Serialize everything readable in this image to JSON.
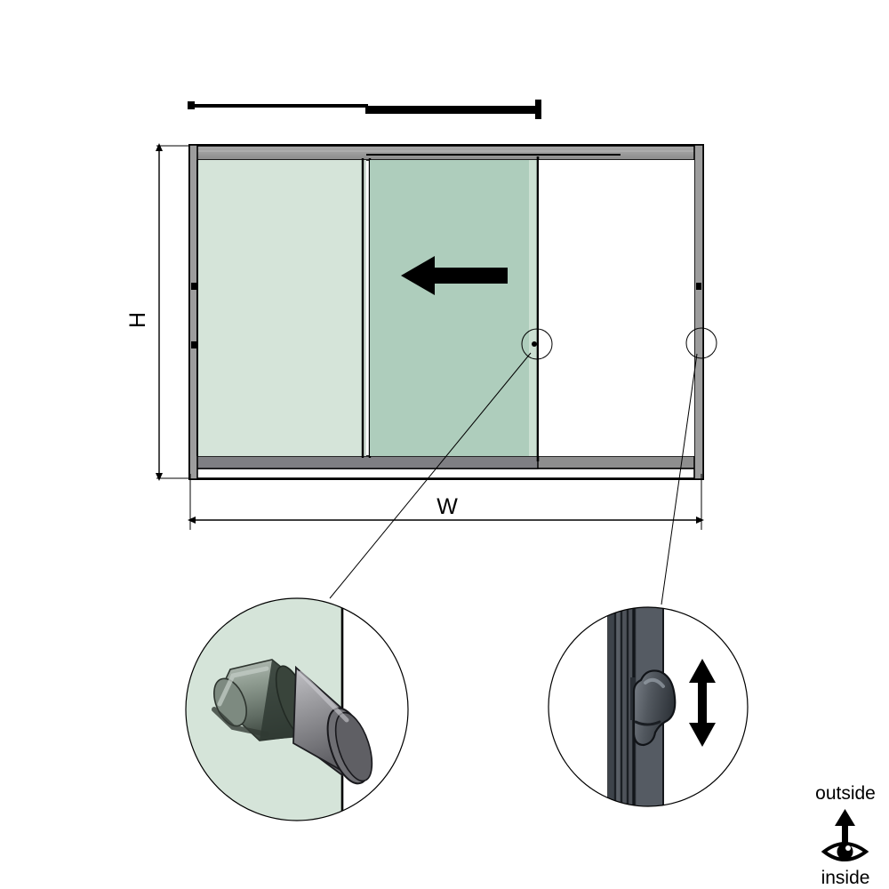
{
  "drawing": {
    "title": "Sliding window elevation with hardware details",
    "view": "elevation"
  },
  "dimensions": {
    "height_label": "H",
    "width_label": "W"
  },
  "window": {
    "fixed_panel": {
      "name": "fixed-glass-panel",
      "fill": "#d5e4d9"
    },
    "sliding_panel": {
      "name": "sliding-glass-panel",
      "fill": "#aecdbc"
    },
    "frame": {
      "fill": "#9d9d9d",
      "stroke": "#000000"
    },
    "open_area": {
      "fill": "#ffffff"
    },
    "slide_direction": "left"
  },
  "callouts": [
    {
      "id": "callout-handle",
      "label": ""
    },
    {
      "id": "callout-latch",
      "label": ""
    }
  ],
  "details": {
    "handle_detail": {
      "name": "handle-detail-circle",
      "description": "cylindrical pull handle through glass",
      "glass_fill": "#d5e4d9",
      "body_fill": "#8e9b90",
      "cap_fill": "#9a9a9e"
    },
    "latch_detail": {
      "name": "latch-detail-circle",
      "description": "vertical lever latch on frame profile",
      "profile_fill": "#4e535a",
      "lever_fill": "#555b62",
      "arrow_direction": "up-down"
    }
  },
  "orientation_legend": {
    "outside_label": "outside",
    "inside_label": "inside",
    "eye_icon": "eye-icon",
    "arrow_icon": "arrow-up-icon"
  },
  "colors": {
    "line": "#000000",
    "frame_gray": "#9d9d9d",
    "frame_dark": "#4e535a",
    "glass_light": "#d5e4d9",
    "glass_dark": "#aecdbc"
  }
}
